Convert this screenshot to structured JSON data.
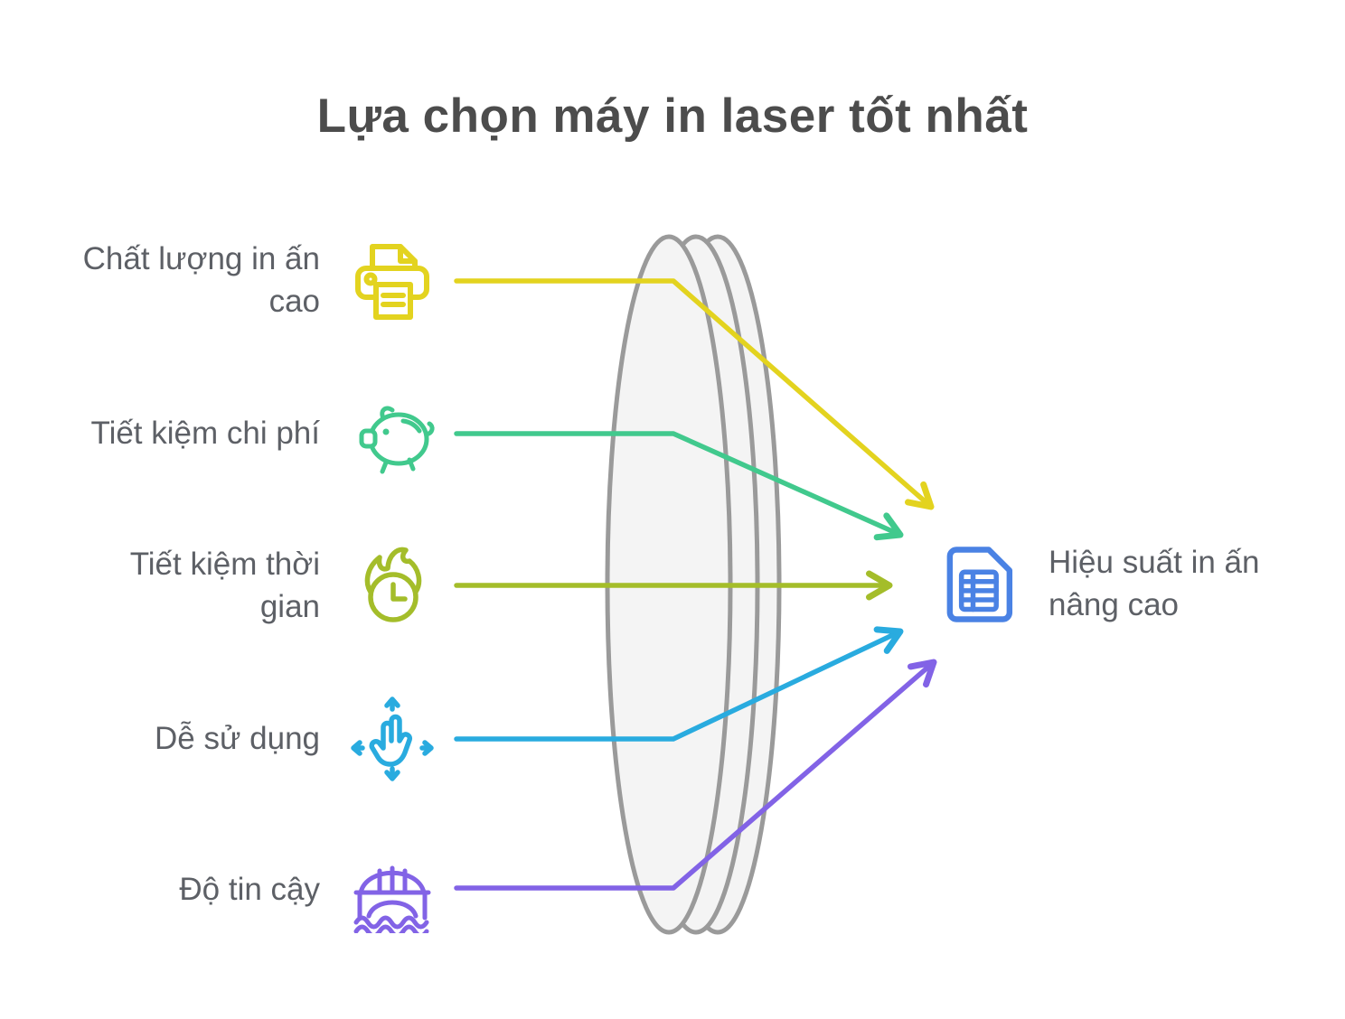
{
  "title": "Lựa chọn máy in laser tốt nhất",
  "palette": {
    "lens_stroke": "#9a9a9a",
    "lens_fill": "#f4f4f4",
    "title_color": "#4c4c4c",
    "label_color": "#5d6066"
  },
  "factors": [
    {
      "label": "Chất lượng in ấn cao",
      "icon": "printer-icon",
      "color": "#e3d31f"
    },
    {
      "label": "Tiết kiệm chi phí",
      "icon": "piggy-bank-icon",
      "color": "#41c98d"
    },
    {
      "label": "Tiết kiệm thời gian",
      "icon": "flame-clock-icon",
      "color": "#a4bd2a"
    },
    {
      "label": "Dễ sử dụng",
      "icon": "swipe-hand-icon",
      "color": "#29abdf"
    },
    {
      "label": "Độ tin cậy",
      "icon": "bridge-icon",
      "color": "#8263e6"
    }
  ],
  "outcome": {
    "label": "Hiệu suất in ấn nâng cao",
    "icon": "document-table-icon",
    "color": "#4a82e4"
  }
}
